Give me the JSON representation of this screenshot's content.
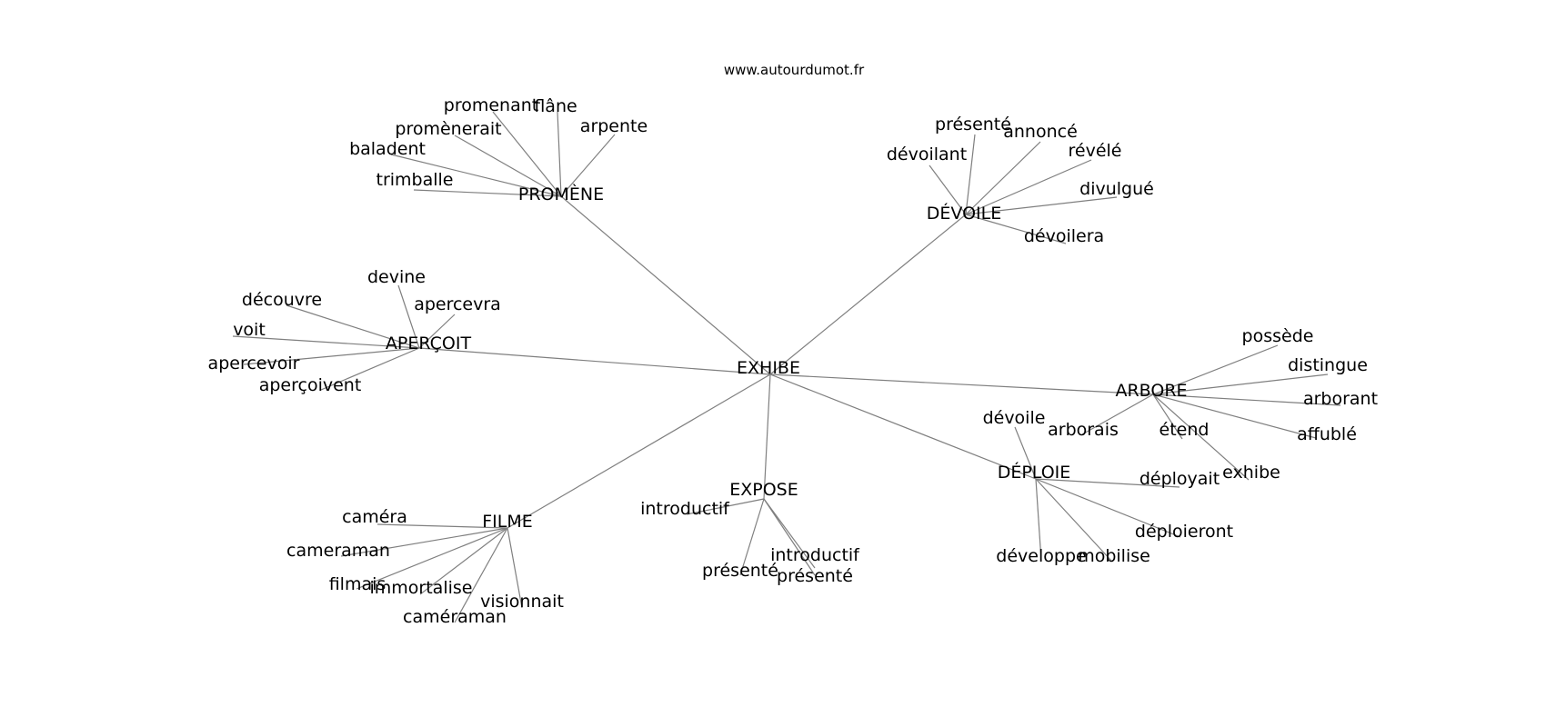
{
  "site": "www.autourdumot.fr",
  "root": "EXHIBE",
  "hubs": [
    {
      "id": "promene",
      "label": "PROMÈNE",
      "words": [
        "promenant",
        "flâne",
        "arpente",
        "promènerait",
        "baladent",
        "trimballe"
      ]
    },
    {
      "id": "devoile",
      "label": "DÉVOILE",
      "words": [
        "présenté",
        "annoncé",
        "dévoilant",
        "révélé",
        "divulgué",
        "dévoilera"
      ]
    },
    {
      "id": "apercoit",
      "label": "APERÇOIT",
      "words": [
        "devine",
        "découvre",
        "apercevra",
        "voit",
        "apercevoir",
        "aperçoivent"
      ]
    },
    {
      "id": "arbore",
      "label": "ARBORE",
      "words": [
        "possède",
        "distingue",
        "arborant",
        "affublé",
        "arborais",
        "étend",
        "exhibe"
      ]
    },
    {
      "id": "deploie",
      "label": "DÉPLOIE",
      "words": [
        "dévoile",
        "déployait",
        "déploieront",
        "développe",
        "mobilise"
      ]
    },
    {
      "id": "expose",
      "label": "EXPOSE",
      "words": [
        "introductif",
        "présenté",
        "introductif",
        "présenté"
      ]
    },
    {
      "id": "filme",
      "label": "FILME",
      "words": [
        "caméra",
        "cameraman",
        "filmais",
        "immortalise",
        "visionnait",
        "caméraman"
      ]
    }
  ]
}
